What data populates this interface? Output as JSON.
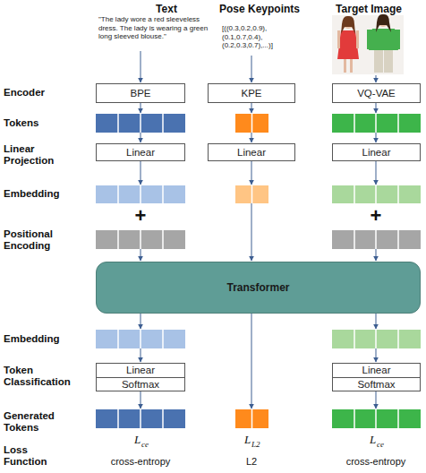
{
  "diagram": {
    "nodes": [
      {
        "text": [
          "BPE"
        ]
      },
      {
        "text": [
          "KPE"
        ]
      },
      {
        "text": [
          "VQ-VAE"
        ]
      },
      {
        "text": [
          "Linear"
        ]
      },
      {
        "text": [
          "Linear"
        ]
      },
      {
        "text": [
          "Linear"
        ]
      },
      {
        "text": [
          "Transformer"
        ]
      },
      {
        "text": [
          "Linear",
          "Softmax"
        ]
      },
      {
        "text": [
          "Linear",
          "Softmax"
        ]
      }
    ],
    "labels": [
      "Text",
      "Pose Keypoints",
      "Target Image",
      "\"The lady wore a red sleeveless dress. The lady is wearing a green long sleeved blouse.\"",
      "[((0.3,0.2,0.9), (0.1,0.7,0.4), (0.2,0.3,0.7),...)]",
      "Encoder",
      "Tokens",
      "Linear Projection",
      "Embedding",
      "Positional Encoding",
      "Embedding",
      "Token Classification",
      "Generated Tokens",
      "Loss Function",
      "+",
      "+",
      "L",
      "ce",
      "L",
      "L2",
      "L",
      "ce",
      "cross-entropy",
      "L2",
      "cross-entropy"
    ]
  }
}
